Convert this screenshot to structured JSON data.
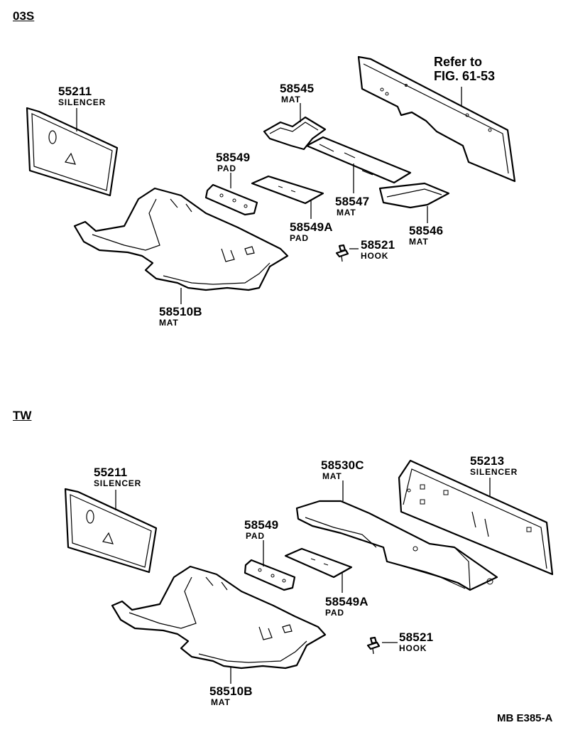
{
  "sections": [
    {
      "id": "03s",
      "label": "03S",
      "callouts": [
        {
          "number": "55211",
          "name": "SILENCER"
        },
        {
          "number": "58545",
          "name": "MAT"
        },
        {
          "number": "58549",
          "name": "PAD"
        },
        {
          "number": "58547",
          "name": "MAT"
        },
        {
          "number": "58549A",
          "name": "PAD"
        },
        {
          "number": "58546",
          "name": "MAT"
        },
        {
          "number": "58521",
          "name": "HOOK"
        },
        {
          "number": "58510B",
          "name": "MAT"
        }
      ],
      "reference_note": {
        "line1": "Refer to",
        "line2": "FIG. 61-53"
      }
    },
    {
      "id": "tw",
      "label": "TW",
      "callouts": [
        {
          "number": "55211",
          "name": "SILENCER"
        },
        {
          "number": "58530C",
          "name": "MAT"
        },
        {
          "number": "55213",
          "name": "SILENCER"
        },
        {
          "number": "58549",
          "name": "PAD"
        },
        {
          "number": "58549A",
          "name": "PAD"
        },
        {
          "number": "58521",
          "name": "HOOK"
        },
        {
          "number": "58510B",
          "name": "MAT"
        }
      ]
    }
  ],
  "diagram_code": "MB  E385-A"
}
